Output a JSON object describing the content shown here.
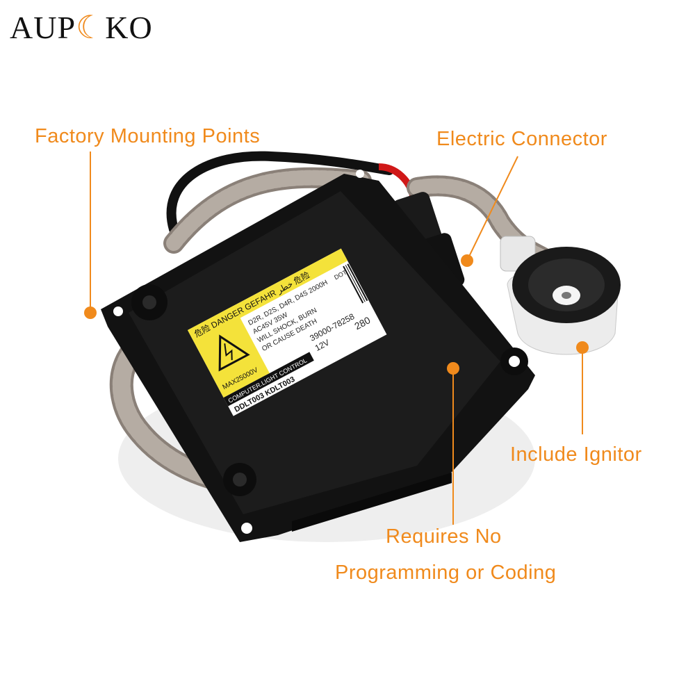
{
  "brand": {
    "logo_text": "AUPOKO",
    "accent_color": "#f08a1c"
  },
  "callouts": {
    "mounting": "Factory Mounting Points",
    "connector": "Electric Connector",
    "ignitor": "Include Ignitor",
    "programming_line1": "Requires No",
    "programming_line2": "Programming or Coding"
  },
  "product_label": {
    "warning_header": "危险 DANGER GEFAHR خطر 危险",
    "voltage": "MAX25000V",
    "bulbs": "D2R, D2S, D4R, D4S 2000H",
    "power": "AC45V 35W",
    "warning_line1": "WILL SHOCK, BURN",
    "warning_line2": "OR CAUSE DEATH",
    "dot": "DOT",
    "part_number": "39000-78258",
    "rating": "12V",
    "code": "280",
    "control": "COMPUTER.LIGHT CONTROL",
    "models": "DDLT003 KDLT003"
  }
}
